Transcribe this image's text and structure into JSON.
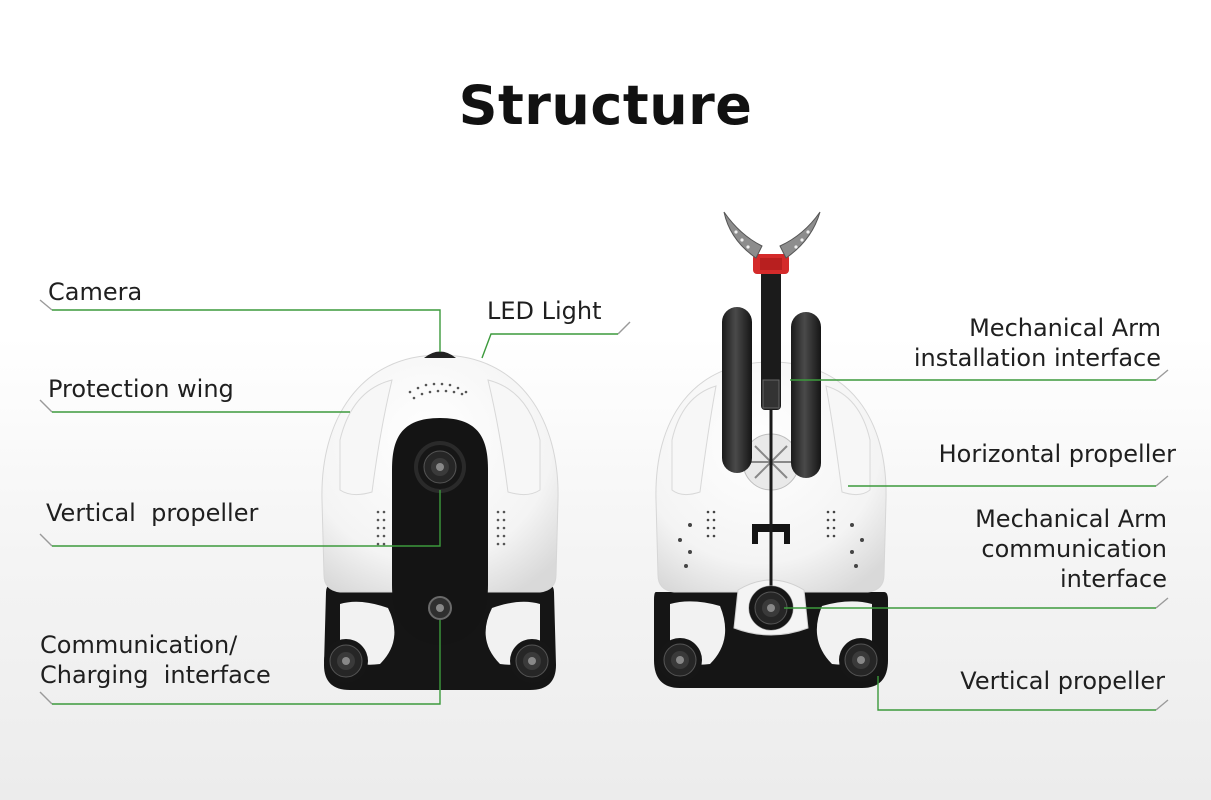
{
  "title": "Structure",
  "front_labels": {
    "camera": "Camera",
    "led_light": "LED Light",
    "protection_wing": "Protection wing",
    "vertical_propeller": "Vertical  propeller",
    "comm_charging_1": "Communication/",
    "comm_charging_2": "Charging  interface"
  },
  "back_labels": {
    "arm_install_1": "Mechanical Arm",
    "arm_install_2": "installation interface",
    "horizontal_propeller": "Horizontal propeller",
    "arm_comm_1": "Mechanical Arm",
    "arm_comm_2": "communication",
    "arm_comm_3": "interface",
    "vertical_propeller": "Vertical propeller"
  },
  "colors": {
    "leader_line": "#3c9a3c",
    "body_white": "#ffffff",
    "body_black": "#141414",
    "arm_collar": "#d42a2a"
  }
}
